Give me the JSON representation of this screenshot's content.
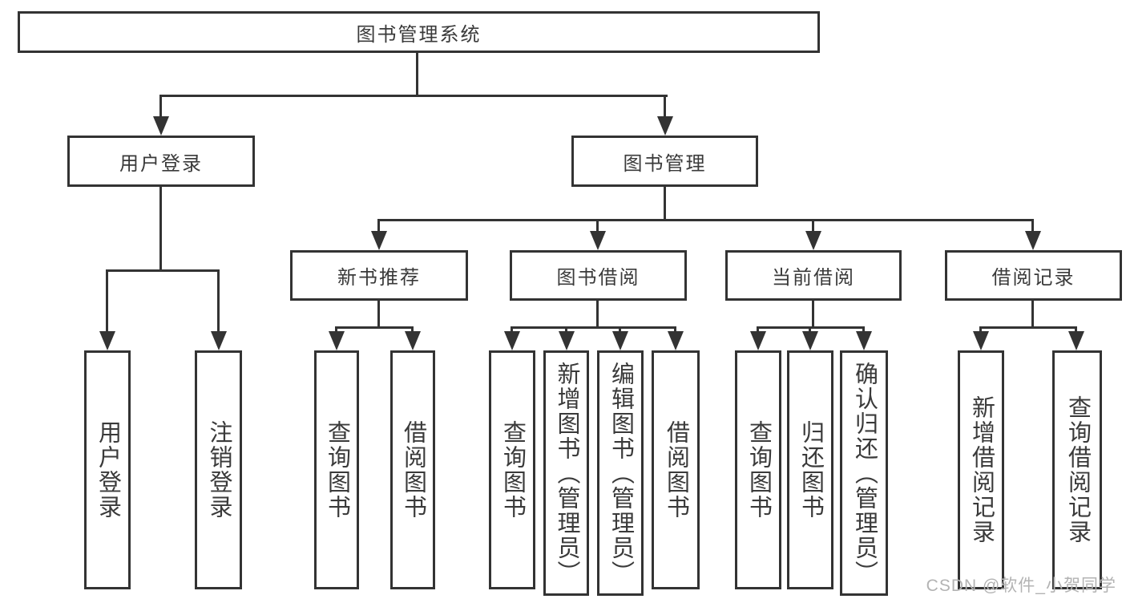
{
  "tree": {
    "label": "图书管理系统",
    "children": [
      {
        "label": "用户登录",
        "children": [
          {
            "label": "用户登录"
          },
          {
            "label": "注销登录"
          }
        ]
      },
      {
        "label": "图书管理",
        "children": [
          {
            "label": "新书推荐",
            "children": [
              {
                "label": "查询图书"
              },
              {
                "label": "借阅图书"
              }
            ]
          },
          {
            "label": "图书借阅",
            "children": [
              {
                "label": "查询图书"
              },
              {
                "label": "新增图书（管理员）"
              },
              {
                "label": "编辑图书（管理员）"
              },
              {
                "label": "借阅图书"
              }
            ]
          },
          {
            "label": "当前借阅",
            "children": [
              {
                "label": "查询图书"
              },
              {
                "label": "归还图书"
              },
              {
                "label": "确认归还（管理员）"
              }
            ]
          },
          {
            "label": "借阅记录",
            "children": [
              {
                "label": "新增借阅记录"
              },
              {
                "label": "查询借阅记录"
              }
            ]
          }
        ]
      }
    ]
  },
  "watermark": "CSDN @软件_小贺同学",
  "colors": {
    "line": "#333333",
    "text": "#3a3a3a",
    "watermark": "#b3b3b3"
  }
}
